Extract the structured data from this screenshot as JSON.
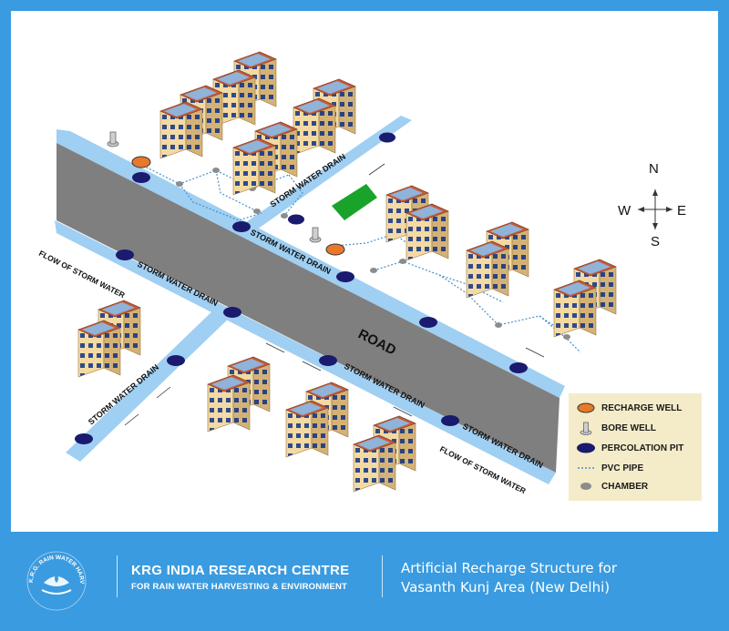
{
  "diagram": {
    "road_label": "ROAD",
    "drain_label": "STORM WATER DRAIN",
    "flow_label": "FLOW OF STORM WATER",
    "compass": {
      "n": "N",
      "s": "S",
      "e": "E",
      "w": "W"
    }
  },
  "legend": {
    "items": [
      {
        "label": "RECHARGE WELL",
        "icon": "recharge-well-icon"
      },
      {
        "label": "BORE WELL",
        "icon": "bore-well-icon"
      },
      {
        "label": "PERCOLATION PIT",
        "icon": "percolation-pit-icon"
      },
      {
        "label": "PVC PIPE",
        "icon": "pvc-pipe-icon"
      },
      {
        "label": "CHAMBER",
        "icon": "chamber-icon"
      }
    ]
  },
  "footer": {
    "logo_text": "K.R.G. RAIN WATER HARVESTING FOUNDATION",
    "org_name": "KRG INDIA RESEARCH CENTRE",
    "org_sub": "FOR RAIN WATER HARVESTING & ENVIRONMENT",
    "title_line1": "Artificial Recharge Structure for",
    "title_line2": "Vasanth Kunj Area (New Delhi)"
  },
  "colors": {
    "frame": "#3a9be0",
    "road": "#7f7f7f",
    "drain": "#9fcff2",
    "pit": "#1a1a6e",
    "recharge_well": "#e8782a",
    "pipe": "#4a90c8",
    "chamber": "#8c8c8c",
    "green_patch": "#1aa32a",
    "legend_bg": "#f4ecc8"
  }
}
